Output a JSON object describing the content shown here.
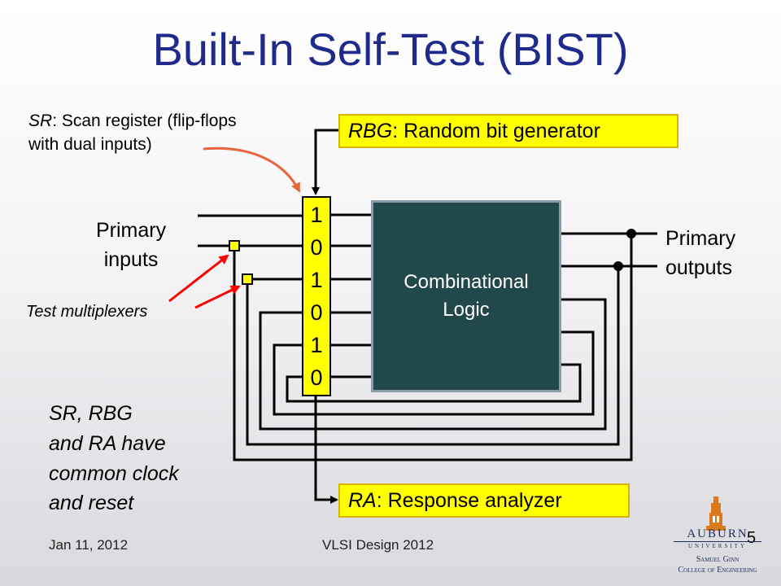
{
  "title": "Built-In Self-Test (BIST)",
  "sr_note": {
    "term": "SR",
    "rest_line1": ": Scan register (flip-flops",
    "line2": "with dual inputs)"
  },
  "rbg_box": {
    "term": "RBG",
    "rest": ": Random bit generator"
  },
  "ra_box": {
    "term": "RA",
    "rest": ": Response analyzer"
  },
  "primary_inputs": {
    "line1": "Primary",
    "line2": "inputs"
  },
  "primary_outputs": {
    "line1": "Primary",
    "line2": "outputs"
  },
  "test_mux_label": "Test multiplexers",
  "comb_logic": {
    "line1": "Combinational",
    "line2": "Logic"
  },
  "scan_bits": [
    "1",
    "0",
    "1",
    "0",
    "1",
    "0"
  ],
  "common_note": [
    "SR, RBG",
    "and RA have",
    "common clock",
    "and reset"
  ],
  "footer": {
    "date": "Jan 11, 2012",
    "course": "VLSI Design 2012",
    "page": "5"
  },
  "logo": {
    "name": "AUBURN",
    "sub": "UNIVERSITY",
    "college_line1": "Samuel Ginn",
    "college_line2": "College of Engineering"
  },
  "colors": {
    "title": "#1f2a8a",
    "box_yellow": "#ffff00",
    "logic_fill": "#21484a",
    "arrow_orange": "#e8643a",
    "arrow_red": "#ff0000",
    "logo_orange": "#d97a1f",
    "logo_navy": "#1c2b5a"
  }
}
